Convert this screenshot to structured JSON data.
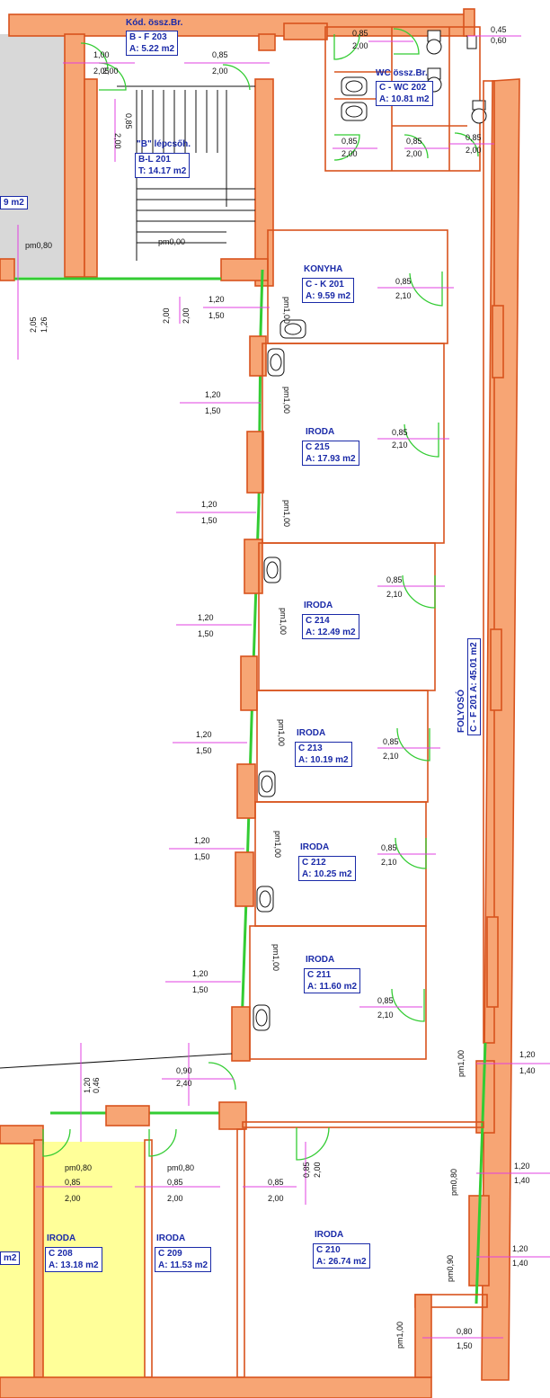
{
  "colors": {
    "wall_fill": "#f7a574",
    "wall_stroke": "#d8531d",
    "glazing": "#33cc33",
    "dimension": "#e040e0",
    "label": "#1a2aa8",
    "highlight_room": "#ffff99",
    "gray_room": "#d8d8d8"
  },
  "rooms": {
    "bf203": {
      "title": "Kód. össz.Br.",
      "code": "B - F 203",
      "area": "A: 5.22 m2"
    },
    "wc202": {
      "title": "WC össz.Br.",
      "code": "C - WC 202",
      "area": "A: 10.81 m2"
    },
    "stairs": {
      "title": "\"B\" lépcsőh.",
      "code": "B-L 201",
      "area": "T: 14.17 m2"
    },
    "left_partial": {
      "area": "9 m2"
    },
    "c_k201": {
      "title": "KONYHA",
      "code": "C - K 201",
      "area": "A: 9.59 m2"
    },
    "c215": {
      "title": "IRODA",
      "code": "C 215",
      "area": "A: 17.93 m2"
    },
    "c214": {
      "title": "IRODA",
      "code": "C 214",
      "area": "A: 12.49 m2"
    },
    "c213": {
      "title": "IRODA",
      "code": "C 213",
      "area": "A: 10.19 m2"
    },
    "c212": {
      "title": "IRODA",
      "code": "C 212",
      "area": "A: 10.25 m2"
    },
    "c211": {
      "title": "IRODA",
      "code": "C 211",
      "area": "A: 11.60 m2"
    },
    "c208": {
      "title": "IRODA",
      "code": "C 208",
      "area": "A: 13.18 m2"
    },
    "c209": {
      "title": "IRODA",
      "code": "C 209",
      "area": "A: 11.53 m2"
    },
    "c210": {
      "title": "IRODA",
      "code": "C 210",
      "area": "A: 26.74 m2"
    },
    "c_f201": {
      "title": "FOLYOSÓ",
      "code": "C - F 201",
      "area": "A: 45.01 m2"
    },
    "bottom_left_partial": {
      "area": "m2"
    }
  },
  "dims": {
    "d100": "1,00",
    "d205": "2,05",
    "d085": "0,85",
    "d200": "2,00",
    "d210": "2,10",
    "d120": "1,20",
    "d150": "1,50",
    "d140": "1,40",
    "d080": "0,80",
    "d045": "0,45",
    "d060": "0,60",
    "d126": "1,26",
    "d205b": "2,05",
    "pm080": "pm0,80",
    "pm000": "pm0,00",
    "pm100": "pm1,00",
    "pm090": "pm0,90",
    "d090": "0,90",
    "d046": "0,46",
    "d240": "2,40"
  }
}
